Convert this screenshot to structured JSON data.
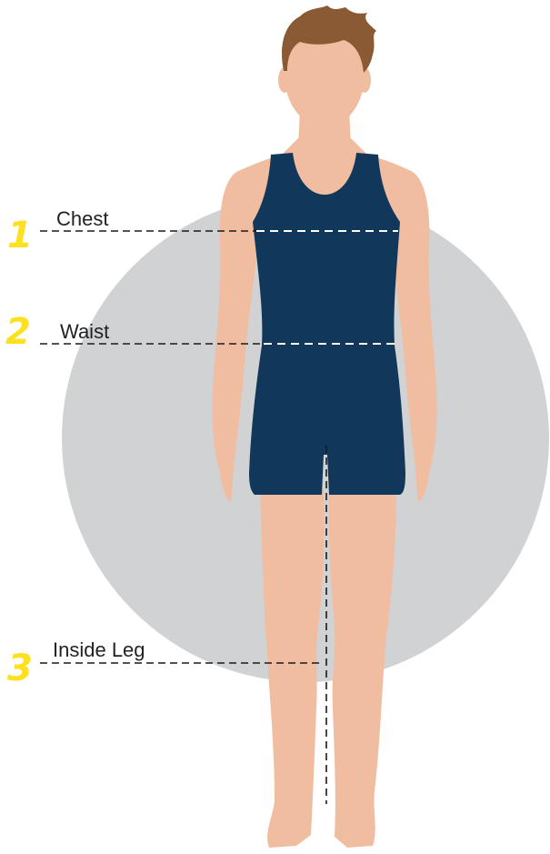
{
  "colors": {
    "background": "#ffffff",
    "circle": "#d1d2d4",
    "skin": "#f0bda1",
    "skin_shade": "#e8ab8c",
    "hair": "#8a5a34",
    "garment": "#11375b",
    "number_accent": "#fde020",
    "label_text": "#222222",
    "guide_line": "#1a1a1a",
    "guide_line_on_garment": "#ffffff"
  },
  "measurements": [
    {
      "number": "1",
      "label": "Chest"
    },
    {
      "number": "2",
      "label": "Waist"
    },
    {
      "number": "3",
      "label": "Inside Leg"
    }
  ]
}
